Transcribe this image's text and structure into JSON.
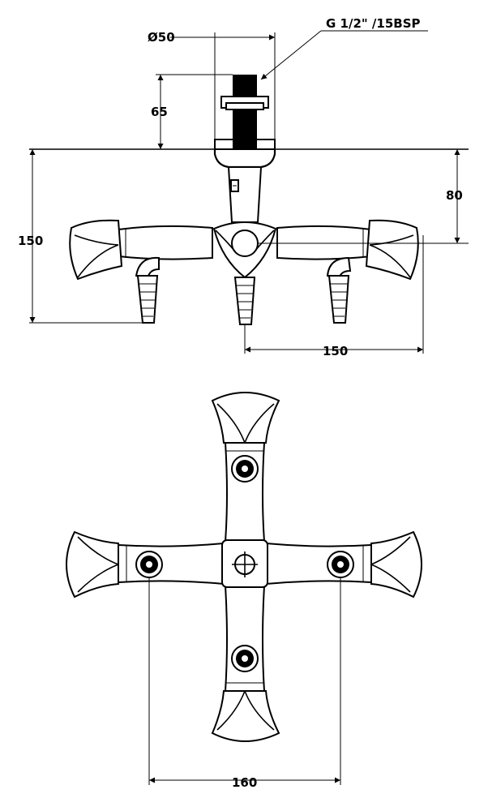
{
  "front_view": {
    "dim_diameter": "Ø50",
    "dim_thread": "G 1/2\" /15BSP",
    "dim_height_65": "65",
    "dim_height_150": "150",
    "dim_height_80": "80",
    "dim_width_150": "150"
  },
  "top_view": {
    "dim_width_160": "160"
  }
}
